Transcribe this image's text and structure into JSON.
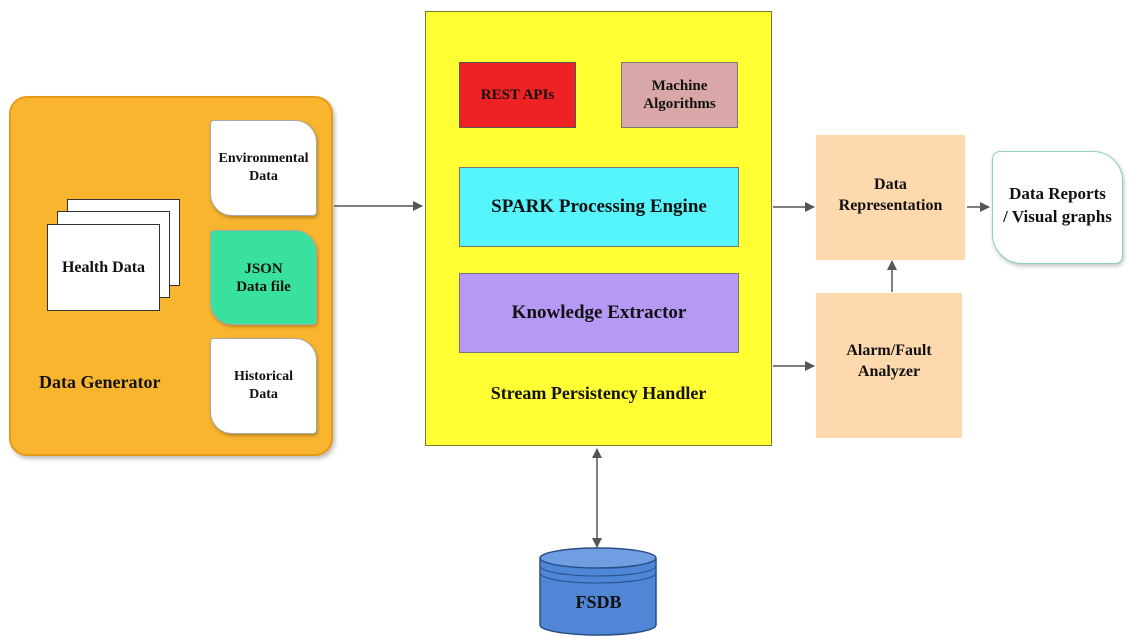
{
  "generator": {
    "title": "Data Generator",
    "health_data": "Health Data",
    "environmental": [
      "Environmental",
      "Data"
    ],
    "json": [
      "JSON",
      "Data file"
    ],
    "historical": [
      "Historical",
      "Data"
    ]
  },
  "processing": {
    "rest_apis": "REST APIs",
    "machine": [
      "Machine",
      "Algorithms"
    ],
    "spark": "SPARK Processing Engine",
    "knowledge": "Knowledge Extractor",
    "stream": "Stream Persistency Handler"
  },
  "output": {
    "representation": [
      "Data",
      "Representation"
    ],
    "alarm": [
      "Alarm/Fault",
      "Analyzer"
    ],
    "reports": [
      "Data Reports",
      "/ Visual graphs"
    ]
  },
  "storage": {
    "fsdb": "FSDB"
  },
  "colors": {
    "generator": "#f9b52e",
    "json": "#38e29e",
    "processing": "#ffff33",
    "rest": "#ee2222",
    "machine": "#d9a7a7",
    "spark": "#55f5fb",
    "knowledge": "#b599f5",
    "peach": "#fdd9ad",
    "fsdb": "#4f86d6"
  }
}
